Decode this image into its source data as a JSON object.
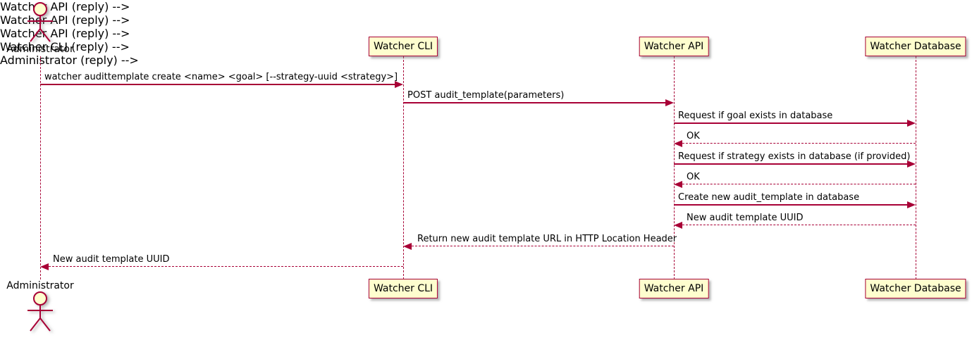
{
  "diagram": {
    "type": "sequence",
    "actor": {
      "label": "Administrator"
    },
    "participants": [
      {
        "label": "Watcher CLI"
      },
      {
        "label": "Watcher API"
      },
      {
        "label": "Watcher Database"
      }
    ],
    "messages": [
      {
        "text": "watcher audittemplate create <name> <goal> [--strategy-uuid <strategy>]",
        "from": "Administrator",
        "to": "Watcher CLI",
        "style": "solid"
      },
      {
        "text": "POST audit_template(parameters)",
        "from": "Watcher CLI",
        "to": "Watcher API",
        "style": "solid"
      },
      {
        "text": "Request if goal exists in database",
        "from": "Watcher API",
        "to": "Watcher Database",
        "style": "solid"
      },
      {
        "text": "OK",
        "from": "Watcher Database",
        "to": "Watcher API",
        "style": "dashed"
      },
      {
        "text": "Request if strategy exists in database (if provided)",
        "from": "Watcher API",
        "to": "Watcher Database",
        "style": "solid"
      },
      {
        "text": "OK",
        "from": "Watcher Database",
        "to": "Watcher API",
        "style": "dashed"
      },
      {
        "text": "Create new audit_template in database",
        "from": "Watcher API",
        "to": "Watcher Database",
        "style": "solid"
      },
      {
        "text": "New audit template UUID",
        "from": "Watcher Database",
        "to": "Watcher API",
        "style": "dashed"
      },
      {
        "text": "Return new audit template URL in HTTP Location Header",
        "from": "Watcher API",
        "to": "Watcher CLI",
        "style": "dashed"
      },
      {
        "text": "New audit template UUID",
        "from": "Watcher CLI",
        "to": "Administrator",
        "style": "dashed"
      }
    ],
    "colors": {
      "line": "#A80036",
      "fill": "#FEFECE",
      "text": "#000000"
    }
  }
}
